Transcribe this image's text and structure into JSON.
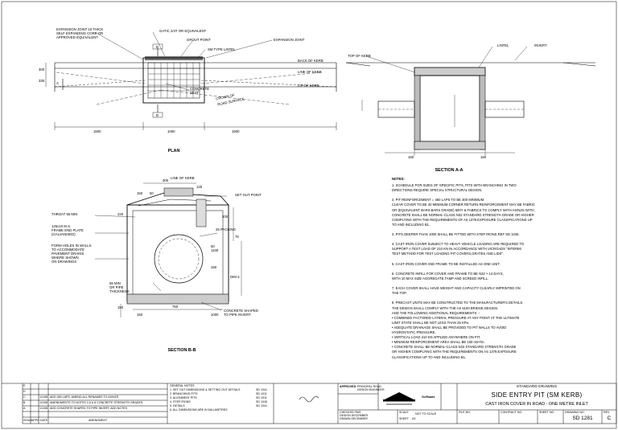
{
  "plan": {
    "title": "PLAN",
    "labels": {
      "expansion_joint_left": [
        "EXPANSION JOINT 10 THICK",
        "SELF EXPANDING CORK OR",
        "APPROVED EQUIVALENT"
      ],
      "gatic": "GATIC 2/4T OR EQUIVALENT",
      "grout_point": "GROUT POINT",
      "sm_lintel": "SM TYPE LINTEL",
      "expansion_joint_right": "EXPANSION JOINT",
      "back_of_kerb": "BACK OF KERB",
      "line_of_kerb": "LINE OF KERB",
      "lip_of_kerb": "LIP OF KERB",
      "concrete_seat": [
        "CONCRETE",
        "SEAT"
      ],
      "crown": [
        "CROWN OF",
        "ROAD SURFACE"
      ],
      "sec_a": "A",
      "sec_b": "B"
    },
    "dims": {
      "d300": "300",
      "d330": "330",
      "d1500l": "1500",
      "d1000": "1000",
      "d1500r": "1500"
    }
  },
  "section_aa": {
    "title": "SECTION A-A",
    "labels": {
      "top_of_kerb": "TOP OF KERB",
      "lintel": "LINTEL",
      "invert": "INVERT",
      "d150l": "150",
      "d150r": "150"
    }
  },
  "section_bb": {
    "title": "SECTION B-B",
    "labels": {
      "line_of_kerb": "LINE OF KERB",
      "set_out_point": "SET OUT POINT",
      "throat": "THROAT 65 MIN",
      "frame": [
        "125x10 M.S.",
        "FRAME END PLATE",
        "(GALVANISED)"
      ],
      "form_holes": [
        "FORM HOLES IN WALLS",
        "TO ACCOMMODATE",
        "PAVEMENT DRAINS",
        "WHERE SHOWN",
        "ON DRAWINGS"
      ],
      "packing": "25 PACKING",
      "wall": [
        "65 MIN",
        "OR PIPE",
        "THICKNESS"
      ],
      "concrete_shaped": [
        "CONCRETE SHAPED",
        "TO PIPE INVERT"
      ],
      "d300": "300",
      "d125": "125",
      "d150": "150",
      "d50": "50",
      "d220": "220",
      "d200": "200",
      "d75": "75",
      "d50b": "50",
      "d1100": "1100",
      "d150b": "150",
      "d750": "750",
      "d150c": "150",
      "d150d": "150",
      "d1000": "1000",
      "dim": "DIM.3"
    }
  },
  "notes": {
    "heading": "NOTES:",
    "lines": [
      "1. SCHEDULE FOR SIZES OF SPECIFIC PITS, PITS WITH BRANCHING IN TWO",
      "   DIRECTIONS REQUIRE SPECIAL STRUCTURAL DESIGN.",
      "",
      "2. PIT REINFORCEMENT = 450 LAPS TO BE 300 MINIMUM.",
      "   CLEAR COVER TO BE 40 MINIMUM.CORNER RETURN REINFORCEMENT MAY BE FABRIC",
      "   OR (EQUIVALENT BARS.BARS GRADE) 500Y & FABRICS TO COMPLY WITH AS/NZS WITH,",
      "   CONCRETE SHALL BE NORMAL-CLASS N32 STANDARD STRENGTH GRADE OR HIGHER",
      "   COMPLYING WITH THE REQUIREMENTS OF AS 1379.EXPOSURE CLASSIFICATIONS UP",
      "   TO AND INCLUDING B1.",
      "",
      "3. PITS DEEPER THAN 1000 SHALL BE FITTED WITH STEP IRONS.REF SD 1045.",
      "",
      "4. CAST IRON COVER SUBJECT TO HEAVY VEHICLE LOADING ARE REQUIRED TO",
      "   SUPPORT A TEST LOAD OF 210 KN IN ACCORDANCE WITH VICROADS \"INTERIM",
      "   TEST METHOD FOR TEST LOADING PIT COVERS,GRATES AND LIDS\".",
      "",
      "5. CAST IRON COVER AND FRAME TO BE INSTALLED AS ONE UNIT.",
      "",
      "6. CONCRETE INFILL FOR COVER AND FRAME TO BE N32 × 14 DAYS,",
      "   WITH 10 MAX SIZE AGGREGATE,TAMP AND SCREED INFILL.",
      "",
      "7. EACH COVER SHALL HAVE WEIGHT AND CAPACITY CLEARLY IMPRINTED ON",
      "   THE TOP.",
      "",
      "8. PRECAST UNITS MAY BE CONSTRUCTED TO THE MANUFACTURER'S DETAILS.",
      "   THE DESIGN SHALL COMPLY WITH THE AS 5100 BRIDGE DESIGN",
      "   AND THE FOLLOWING ADDITIONAL REQUIREMENTS :-",
      "   •  COMBINED FACTORED LATERAL PRESSURE AT ANY POINT AT THE ULTIMATE",
      "      LIMIT STATE SHALL BE NOT LESS THAN 25 KPa.",
      "   •  ADEQUATE DRAINAGE SHALL BE PROVIDED TO PIT WALLS TO AVOID",
      "      HYDROSTATIC PRESSURE.",
      "   •  VERTICAL LOAD 210 KN APPLIED ANYWHERE ON PIT.",
      "   •  MINIMUM REINFORCEMENT AREA SHALL BE 150 mm²/m.",
      "   •  CONCRETE SHALL BE NORMAL-CLASS N32 STANDARD STRENGTH GRADE",
      "      OR HIGHER COMPLYING WITH THE REQUIREMENTS ON AS 1379.EXPOSURE",
      "      CLASSIFICATIONS UP TO AND INCLUDING B1."
    ]
  },
  "title_block": {
    "revisions": [
      {
        "rev": "E",
        "date": "",
        "desc": ""
      },
      {
        "rev": "D",
        "date": "",
        "desc": ""
      },
      {
        "rev": "C",
        "date": "1/1/08",
        "desc": "ADD 450 LAPS. AMEND ALL RENAMED TO AS/NZS"
      },
      {
        "rev": "B",
        "date": "1/1/08",
        "desc": "AMENDMENTS TO NOTES 2,6 & 8 CONCRETE STRENGTH GRADES."
      },
      {
        "rev": "A",
        "date": "1/1/08",
        "desc": "ADD CONCRETE SHAPED TO PIPE INVERT. ADD NOTES"
      }
    ],
    "rev_header": {
      "rev": "ISSUE",
      "appd": "APPD",
      "date": "DATE",
      "desc": "AMENDMENT"
    },
    "general_notes": [
      "GENERAL NOTES",
      "1. SET OUT DIMENSIONS & SETTING OUT DETAILS",
      "2. BRANCHING PITS",
      "3. ALIGNMENT PITS",
      "4. STEP IRONS",
      "5. DETAILS",
      "6. ALL DIMENSIONS ARE IN MILLIMETRES"
    ],
    "sd_refs": [
      "SD 1041",
      "SD 1011",
      "SD 1011",
      "SD 1045",
      "SD 1041"
    ],
    "approval": {
      "label": "APPROVED",
      "role": [
        "PRINCIPAL ROAD",
        "DESIGN ENGINEER"
      ]
    },
    "authority": "VicRoads",
    "checked": [
      "CHECKED  FMG",
      "DESIGN  DECEMBER",
      "DRAWN  DECEMBER"
    ],
    "scale": {
      "label": "SCALE",
      "value": "NOT TO SCALE",
      "sheet_label": "SHEET",
      "size": "A3"
    },
    "standard_drawing": "STANDARD DRAWING",
    "main_title": "SIDE ENTRY PIT (SM KERB)",
    "sub_title": "CAST IRON COVER IN ROAD - ONE METRE INLET",
    "file_no_label": "FILE NO.",
    "contract_label": "CONTRACT NO.",
    "sheet_no_label": "SHEET NO.",
    "drawing_no_label": "DRAWING NO.",
    "drawing_no": "SD 1281",
    "rev_label": "REV",
    "rev": "C"
  }
}
